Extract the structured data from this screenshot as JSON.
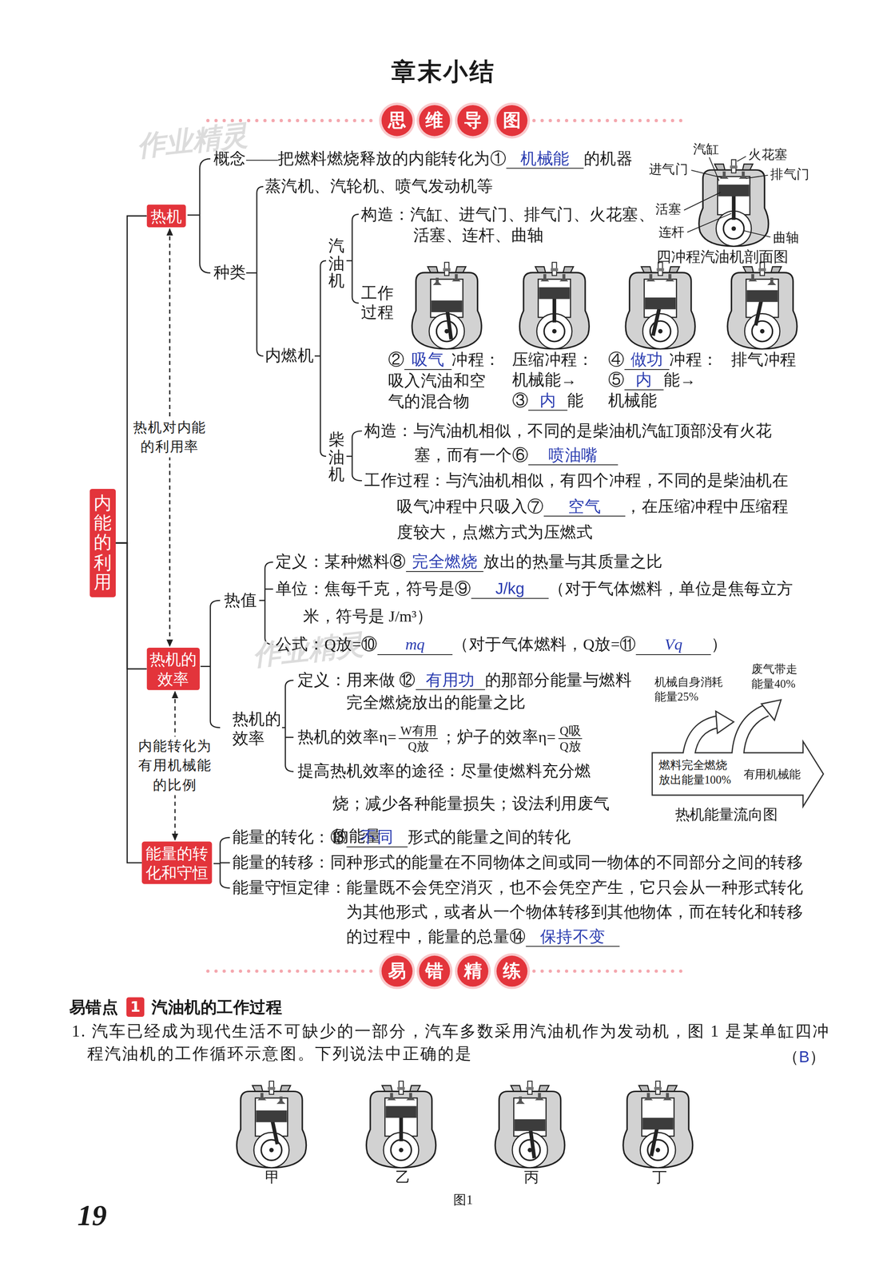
{
  "diagram": {
    "title": "章末小结",
    "caption": "图1",
    "nodes": [
      {
        "text": [
          "思"
        ]
      },
      {
        "text": [
          "维"
        ]
      },
      {
        "text": [
          "导"
        ]
      },
      {
        "text": [
          "图"
        ]
      },
      {
        "text": [
          "内能的利用"
        ]
      },
      {
        "text": [
          "热机"
        ]
      },
      {
        "text": [
          "热机的效率"
        ]
      },
      {
        "text": [
          "能量的转化和守恒"
        ]
      },
      {
        "text": [
          "易"
        ]
      },
      {
        "text": [
          "错"
        ]
      },
      {
        "text": [
          "精"
        ]
      },
      {
        "text": [
          "练"
        ]
      },
      {
        "text": [
          "1"
        ]
      }
    ],
    "edges": [
      {
        "from": 4,
        "to": 5,
        "arrow": "none"
      },
      {
        "from": 4,
        "to": 6,
        "arrow": "none"
      },
      {
        "from": 4,
        "to": 7,
        "arrow": "none"
      },
      {
        "from": 5,
        "to": 6,
        "label": "热机对内能的利用率",
        "arrow": "both"
      },
      {
        "from": 6,
        "to": 7,
        "label": "内能转化为有用机械能的比例",
        "arrow": "both"
      }
    ],
    "labels": [
      "作业精灵",
      "概念——把燃料燃烧释放的内能转化为①",
      "机械能",
      "的机器",
      "蒸汽机、汽轮机、喷气发动机等",
      "种类",
      "内燃机",
      "汽油机",
      "柴油机",
      "构造：汽缸、进气门、排气门、火花塞、活塞、连杆、曲轴",
      "工作过程",
      "②",
      "吸气",
      "冲程：",
      "吸入汽油和空气的混合物",
      "压缩冲程：",
      "机械能→",
      "③",
      "内",
      "能",
      "④",
      "做功",
      "冲程：",
      "⑤",
      "内",
      "能→",
      "机械能",
      "排气冲程",
      "汽缸",
      "火花塞",
      "进气门",
      "排气门",
      "活塞",
      "连杆",
      "曲轴",
      "四冲程汽油机剖面图",
      "构造：与汽油机相似，不同的是柴油机汽缸顶部没有火花塞，而有一个⑥",
      "喷油嘴",
      "工作过程：与汽油机相似，有四个冲程，不同的是柴油机在吸气冲程中只吸入⑦",
      "空气",
      "，在压缩冲程中压缩程度较大，点燃方式为压燃式",
      "热值",
      "定义：某种燃料⑧",
      "完全燃烧",
      "放出的热量与其质量之比",
      "单位：焦每千克，符号是⑨",
      "J/kg",
      "（对于气体燃料，单位是焦每立方米，符号是 J/m³）",
      "公式：Q放=⑩",
      "mq",
      "（对于气体燃料，Q放=⑪",
      "Vq",
      "）",
      "作业精灵",
      "热机的效率",
      "定义：用来做 ⑫",
      "有用功",
      "的那部分能量与燃料完全燃烧放出的能量之比",
      "热机的效率η=",
      "W有用",
      "Q放",
      "；炉子的效率η=",
      "Q吸",
      "Q放",
      "提高热机效率的途径：尽量使燃料充分燃烧；减少各种能量损失；设法利用废气的能量",
      "机械自身消耗能量25%",
      "废气带走能量40%",
      "燃料完全燃烧放出能量100%",
      "有用机械能",
      "热机能量流向图",
      "能量的转化：⑬",
      "不同",
      "形式的能量之间的转化",
      "能量的转移：同种形式的能量在不同物体之间或同一物体的不同部分之间的转移",
      "能量守恒定律：能量既不会凭空消灭，也不会凭空产生，它只会从一种形式转化为其他形式，或者从一个物体转移到其他物体，而在转化和转移的过程中，能量的总量⑭",
      "保持不变",
      "易错点",
      "汽油机的工作过程",
      "1. 汽车已经成为现代生活不可缺少的一部分，汽车多数采用汽油机作为发动机，图 1 是某单缸四冲程汽油机的工作循环示意图。下列说法中正确的是",
      "（",
      "B",
      "）",
      "甲",
      "乙",
      "丙",
      "丁",
      "19"
    ]
  }
}
